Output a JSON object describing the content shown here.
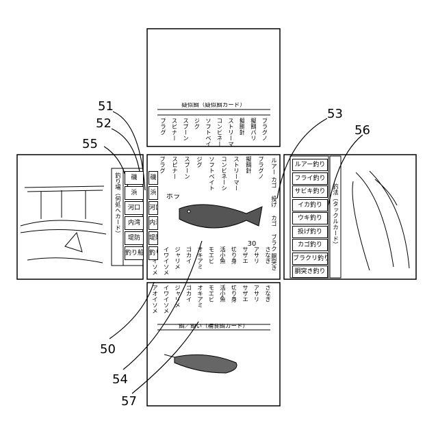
{
  "top_card": {
    "header": "疑似餌（疑似餌カード）",
    "items": [
      "プラグ",
      "スピナー",
      "スプーン",
      "ジグ",
      "ソフトベイト",
      "コンビネーション",
      "ストリーマー",
      "擬餌針",
      "擬餌バリ",
      "プラグノ"
    ]
  },
  "center_top_row": [
    "プラグ",
    "スピナー",
    "スプーン",
    "ジグ",
    "ソフトベイト",
    "コンビネーション",
    "ストリーマー",
    "擬餌針",
    "プラグノ"
  ],
  "center_fish_label": "ボラ",
  "center_number": "30",
  "center_bottom_row": [
    "アオイソメ",
    "イワイソメ",
    "ジャリメ",
    "ゴカイ",
    "オキアミ",
    "モエビ",
    "活小魚",
    "切り身",
    "サザエ",
    "アサリ",
    "さなぎ"
  ],
  "center_right_labels": [
    "ルアー・フライ・サビキ",
    "カゴ",
    "投げ",
    "カゴ",
    "ブラクリ",
    "胴突き"
  ],
  "center_left_labels": [
    "磯",
    "浜",
    "河口",
    "内湾",
    "堤防",
    "釣り船"
  ],
  "left_card": {
    "header": "釣り場（何処へカード）",
    "items": [
      "磯",
      "浜",
      "河口",
      "内湾",
      "堤防",
      "釣り船"
    ]
  },
  "right_card": {
    "header": "釣法（タックルカード）",
    "items": [
      "ルアー釣り",
      "フライ釣り",
      "サビキ釣り",
      "イカ釣り",
      "ウキ釣り",
      "投げ釣り",
      "カゴ釣り",
      "ブラクリ釣り",
      "胴突き釣り"
    ]
  },
  "bottom_card": {
    "header": "餌／餌い（補食餌カード）",
    "items": [
      "アオイソメ",
      "イワイソメ",
      "ジャリメ",
      "ゴカイ",
      "オキアミ",
      "モエビ",
      "活小魚",
      "切り身",
      "サザエ",
      "アサリ",
      "さなぎ"
    ]
  },
  "refs": {
    "r50": "50",
    "r51": "51",
    "r52": "52",
    "r53": "53",
    "r54": "54",
    "r55": "55",
    "r56": "56",
    "r57": "57"
  }
}
